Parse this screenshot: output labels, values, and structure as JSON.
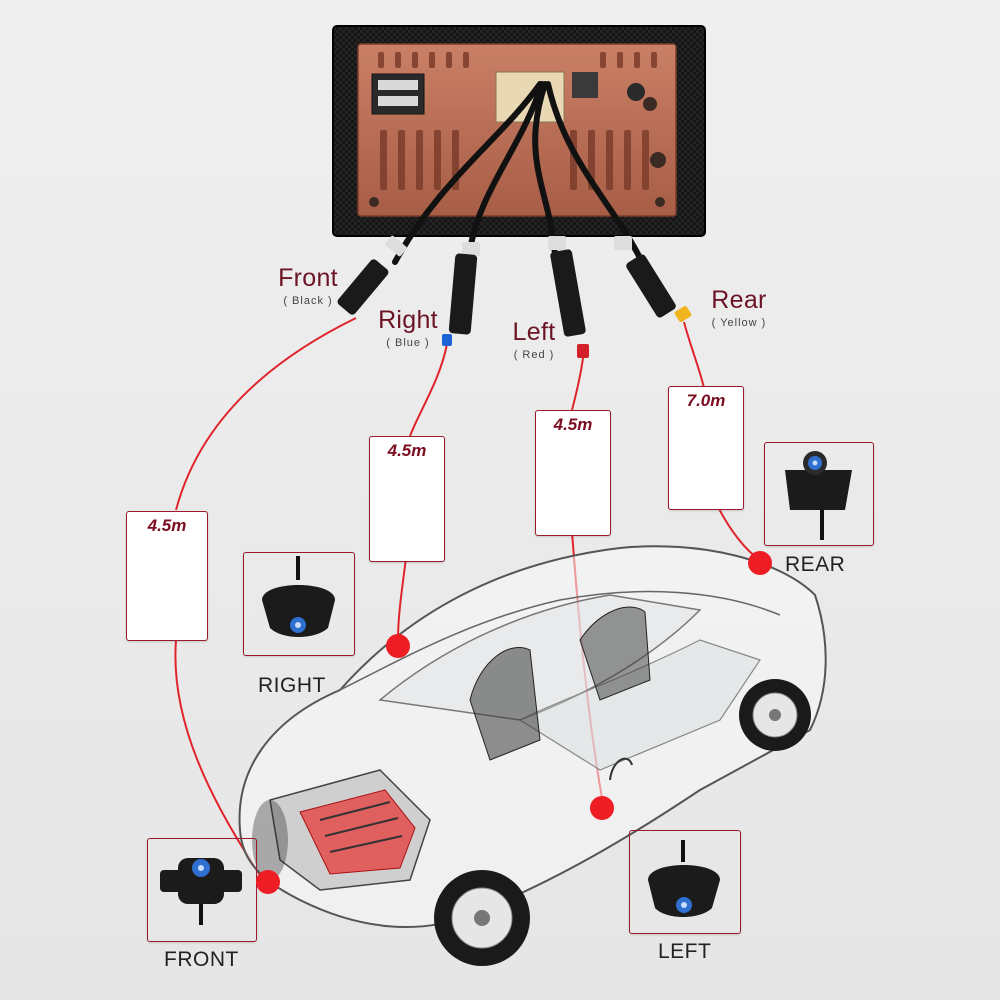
{
  "cables": [
    {
      "key": "front",
      "name": "Front",
      "color_note": "( Black )",
      "length": "4.5m",
      "tip_color": "#222222"
    },
    {
      "key": "right",
      "name": "Right",
      "color_note": "( Blue )",
      "length": "4.5m",
      "tip_color": "#1e63d6"
    },
    {
      "key": "left",
      "name": "Left",
      "color_note": "( Red )",
      "length": "4.5m",
      "tip_color": "#d21f2a"
    },
    {
      "key": "rear",
      "name": "Rear",
      "color_note": "( Yellow )",
      "length": "7.0m",
      "tip_color": "#f0b41e"
    }
  ],
  "cameras": {
    "front": "FRONT",
    "right": "RIGHT",
    "left": "LEFT",
    "rear": "REAR"
  },
  "colors": {
    "label": "#6b1424",
    "wire": "#e0242c",
    "box_border": "#9a1a2e",
    "head_unit_plate": "#b96f56",
    "mount_dot": "#ee1d24"
  }
}
